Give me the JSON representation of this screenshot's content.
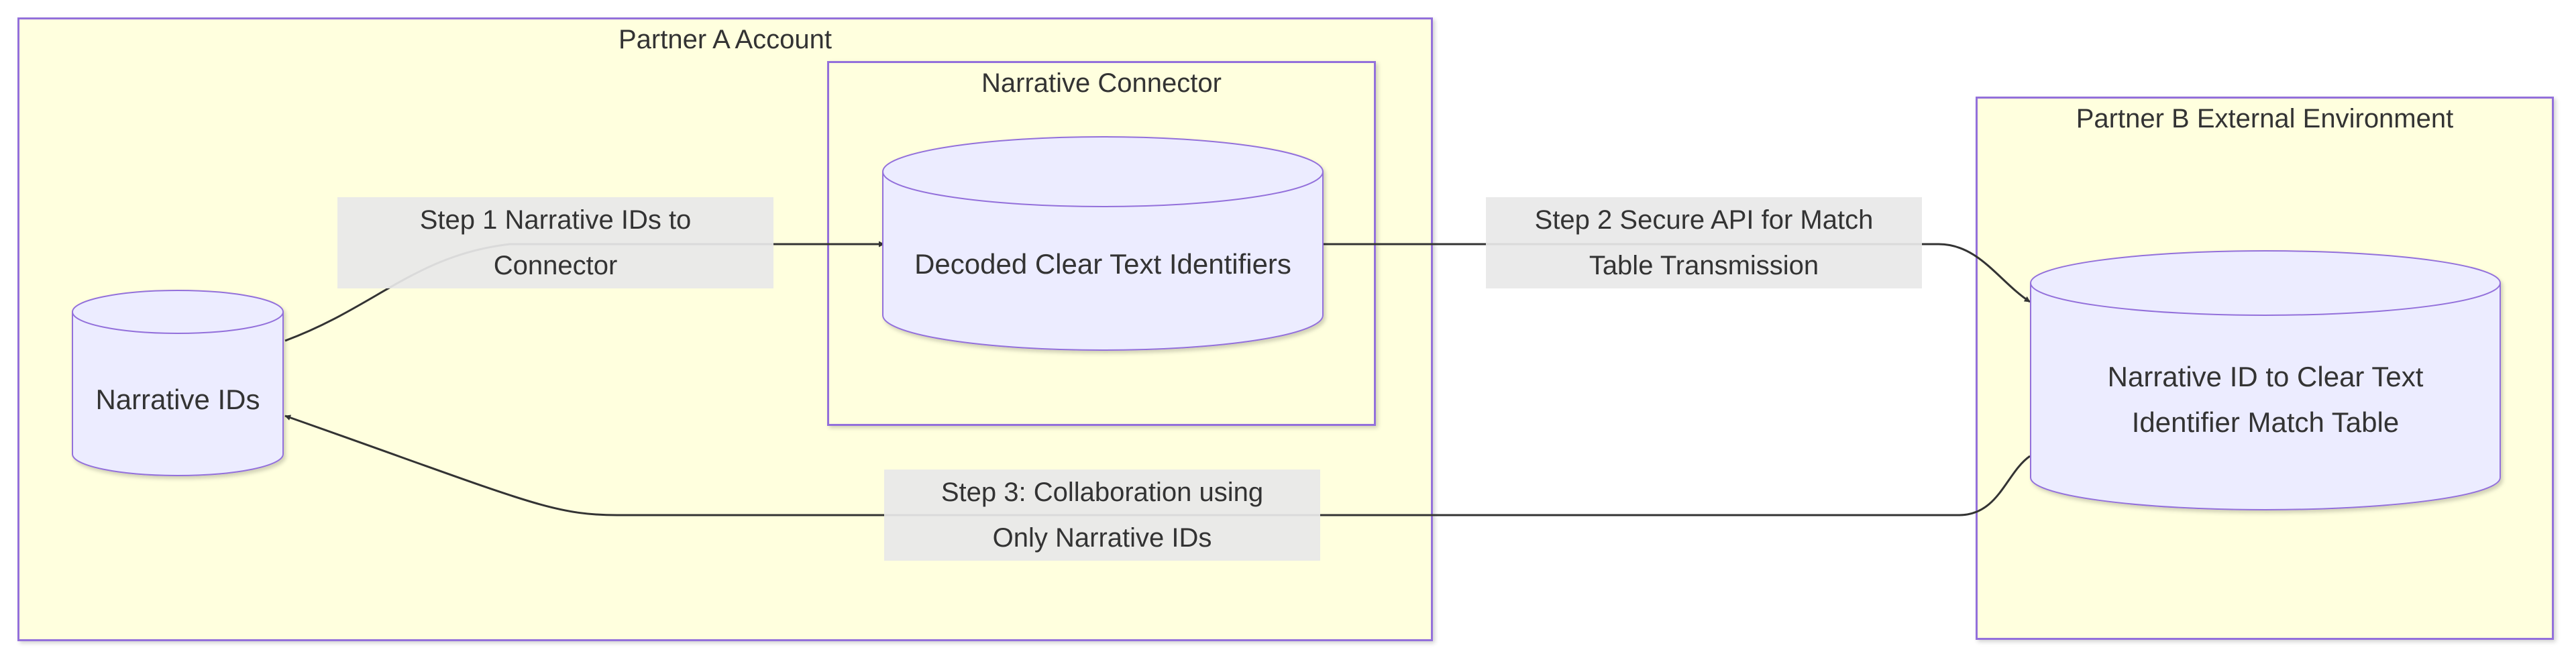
{
  "colors": {
    "cluster_fill": "#ffffde",
    "cluster_border": "#9370db",
    "node_fill": "#ececff",
    "node_stroke": "#9370db",
    "edge": "#333333",
    "edge_label_bg": "#e8e8e8",
    "text": "#333333"
  },
  "clusters": {
    "partner_a": "Partner A Account",
    "connector": "Narrative Connector",
    "partner_b": "Partner B External Environment"
  },
  "nodes": {
    "narrative_ids": "Narrative IDs",
    "decoded": "Decoded Clear Text Identifiers",
    "match_table_line1": "Narrative ID to Clear Text",
    "match_table_line2": "Identifier Match Table"
  },
  "edges": {
    "step1_line1": "Step 1 Narrative IDs to",
    "step1_line2": "Connector",
    "step2_line1": "Step 2 Secure API for Match",
    "step2_line2": "Table Transmission",
    "step3_line1": "Step 3: Collaboration using",
    "step3_line2": "Only Narrative IDs"
  }
}
